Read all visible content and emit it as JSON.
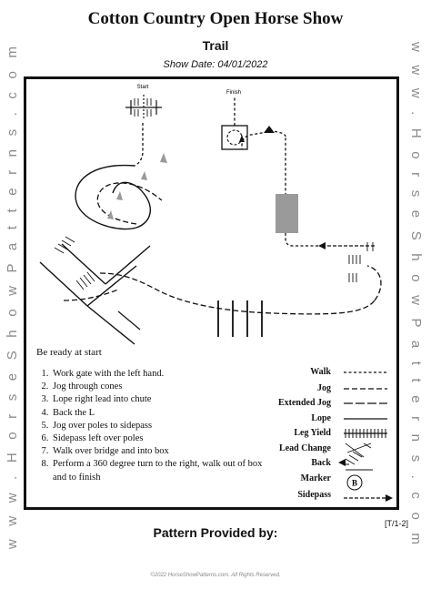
{
  "header": {
    "title": "Cotton Country Open Horse Show",
    "subtitle": "Trail",
    "show_date": "Show Date: 04/01/2022"
  },
  "watermark": {
    "left": "w w w . H o r s e S h o w P a t t e r n s . c o m",
    "right": "w w w . H o r s e S h o w P a t t e r n s . c o m"
  },
  "diagram": {
    "start_label": "Start",
    "finish_label": "Finish"
  },
  "instructions": {
    "intro": "Be ready at start",
    "steps": [
      "Work gate with the left hand.",
      "Jog through cones",
      "Lope right lead into chute",
      "Back the L",
      "Jog over poles to sidepass",
      "Sidepass left over poles",
      "Walk over bridge and into box",
      "Perform a 360 degree turn to the right, walk out of box and to finish"
    ]
  },
  "legend": {
    "walk": "Walk",
    "jog": "Jog",
    "extended_jog": "Extended Jog",
    "lope": "Lope",
    "leg_yield": "Leg Yield",
    "lead_change": "Lead Change",
    "back": "Back",
    "marker": "Marker",
    "marker_letter": "B",
    "sidepass": "Sidepass"
  },
  "page_code": "[T/1-2]",
  "footer": {
    "provided_by": "Pattern Provided by:",
    "copyright": "©2022 HorseShowPatterns.com. All Rights Reserved."
  }
}
